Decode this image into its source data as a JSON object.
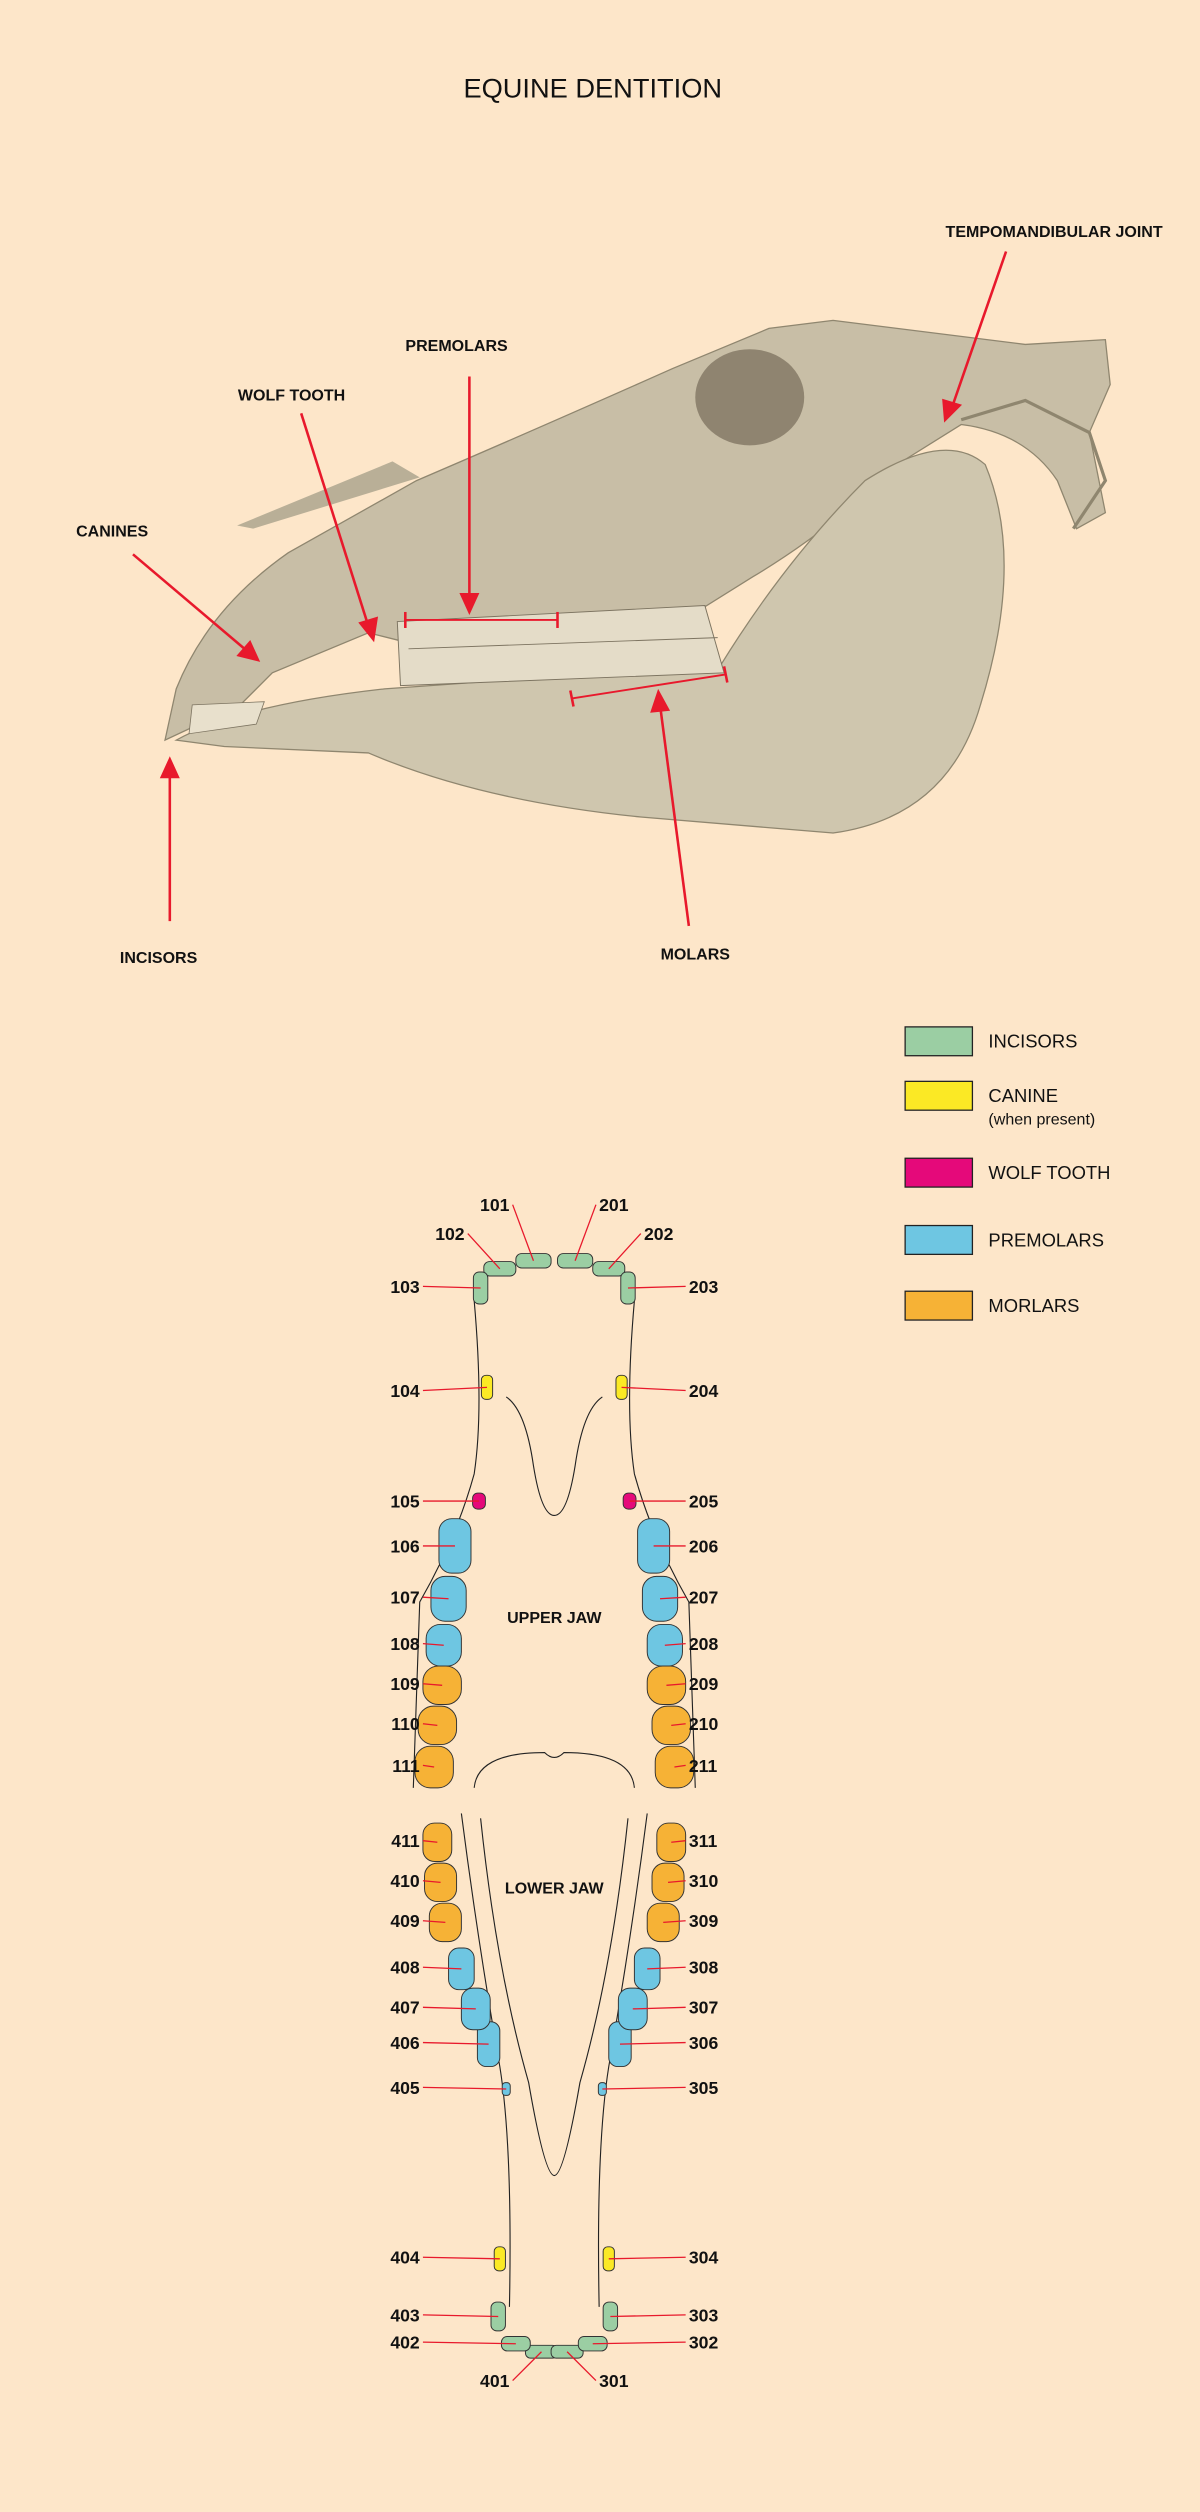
{
  "title": "EQUINE DENTITION",
  "skull_labels": {
    "tmj": "TEMPOMANDIBULAR JOINT",
    "premolars": "PREMOLARS",
    "wolf_tooth": "WOLF TOOTH",
    "canines": "CANINES",
    "incisors": "INCISORS",
    "molars": "MOLARS"
  },
  "legend": [
    {
      "label": "INCISORS",
      "sub": "",
      "color": "#9bcea3"
    },
    {
      "label": "CANINE",
      "sub": "(when present)",
      "color": "#fbe925"
    },
    {
      "label": "WOLF TOOTH",
      "sub": "",
      "color": "#e5097a"
    },
    {
      "label": "PREMOLARS",
      "sub": "",
      "color": "#6ec6e2"
    },
    {
      "label": "MORLARS",
      "sub": "",
      "color": "#f6b236"
    }
  ],
  "chart": {
    "upper_jaw": "UPPER JAW",
    "lower_jaw": "LOWER JAW",
    "upper_left": [
      "101",
      "102",
      "103",
      "104",
      "105",
      "106",
      "107",
      "108",
      "109",
      "110",
      "111"
    ],
    "upper_right": [
      "201",
      "202",
      "203",
      "204",
      "205",
      "206",
      "207",
      "208",
      "209",
      "210",
      "211"
    ],
    "lower_left": [
      "401",
      "402",
      "403",
      "404",
      "405",
      "406",
      "407",
      "408",
      "409",
      "410",
      "411"
    ],
    "lower_right": [
      "301",
      "302",
      "303",
      "304",
      "305",
      "306",
      "307",
      "308",
      "309",
      "310",
      "311"
    ]
  },
  "colors": {
    "background": "#fde6c9",
    "pointer": "#e8192c",
    "skull": "#c8bea6"
  }
}
